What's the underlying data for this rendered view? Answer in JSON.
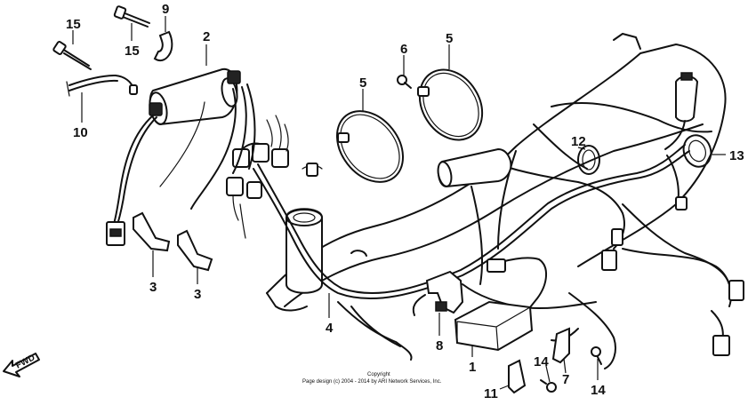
{
  "callouts": {
    "c15a": "15",
    "c15b": "15",
    "c9": "9",
    "c2": "2",
    "c10": "10",
    "c3a": "3",
    "c3b": "3",
    "c6": "6",
    "c5a": "5",
    "c5b": "5",
    "c12": "12",
    "c13": "13",
    "c4": "4",
    "c8": "8",
    "c1": "1",
    "c11": "11",
    "c14a": "14",
    "c7": "7",
    "c14b": "14"
  },
  "direction_label": "FWD",
  "copyright": {
    "line1": "Copyright",
    "line2": "Page design (c) 2004 - 2014 by ARI Network Services, Inc."
  }
}
